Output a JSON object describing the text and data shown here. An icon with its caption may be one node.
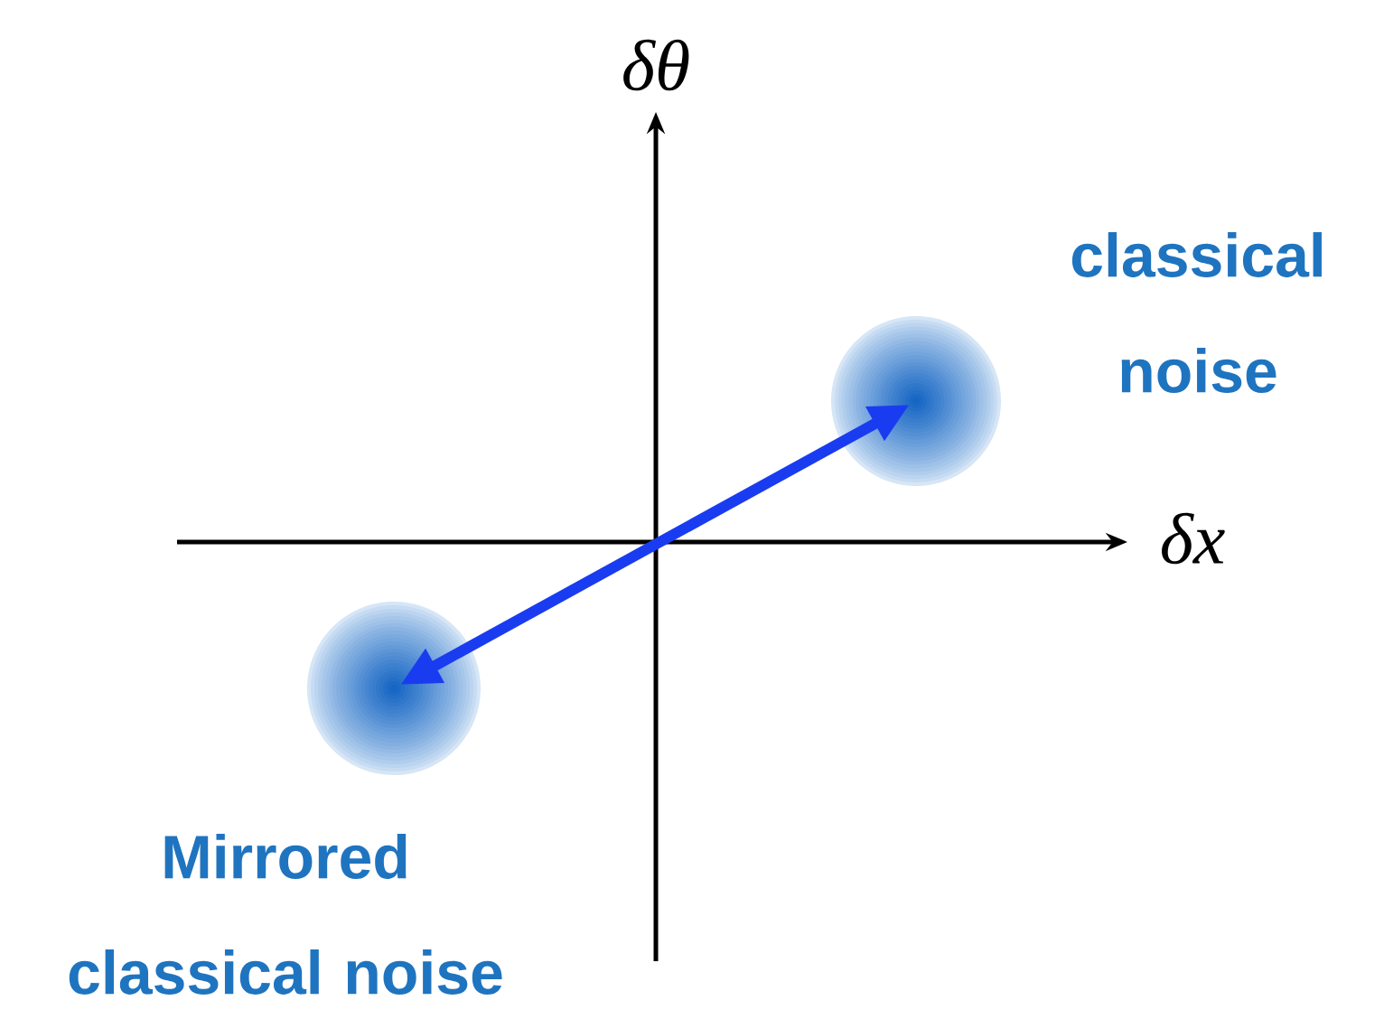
{
  "diagram": {
    "nodes": [
      {
        "text": [],
        "shape": "circle",
        "beside": [
          "classical noise"
        ]
      },
      {
        "text": [],
        "shape": "circle",
        "beside": [
          "Mirrored classical noise"
        ]
      }
    ],
    "edges": [
      {
        "from": 1,
        "to": 0,
        "arrow": "both"
      }
    ],
    "labels": [
      "δθ",
      "δx"
    ]
  }
}
